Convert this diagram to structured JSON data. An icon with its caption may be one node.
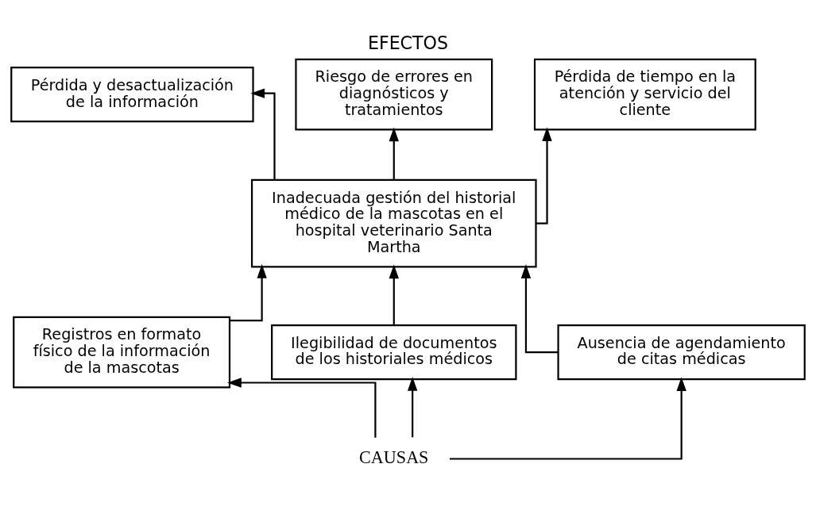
{
  "diagram": {
    "title": "EFECTOS",
    "nodes": [
      {
        "text": [
          "Pérdida y desactualización de la información"
        ]
      },
      {
        "text": [
          "Riesgo de errores en diagnósticos y tratamientos"
        ]
      },
      {
        "text": [
          "Pérdida de tiempo en la atención y servicio del cliente"
        ]
      },
      {
        "text": [
          "Inadecuada gestión del historial médico de la mascotas en el hospital veterinario Santa Martha"
        ]
      },
      {
        "text": [
          "Registros en formato físico de la información de la mascotas"
        ]
      },
      {
        "text": [
          "Ilegibilidad de documentos de los historiales médicos"
        ]
      },
      {
        "text": [
          "Ausencia de agendamiento de citas médicas"
        ]
      },
      {
        "text": [
          "CAUSAS"
        ]
      }
    ],
    "edges": [
      {
        "from": 3,
        "to": 0,
        "arrow": "to"
      },
      {
        "from": 3,
        "to": 1,
        "arrow": "to"
      },
      {
        "from": 3,
        "to": 2,
        "arrow": "to"
      },
      {
        "from": 4,
        "to": 3,
        "arrow": "to"
      },
      {
        "from": 5,
        "to": 3,
        "arrow": "to"
      },
      {
        "from": 6,
        "to": 3,
        "arrow": "to"
      },
      {
        "from": 7,
        "to": 4,
        "arrow": "to"
      },
      {
        "from": 7,
        "to": 5,
        "arrow": "to"
      },
      {
        "from": 7,
        "to": 6,
        "arrow": "to"
      }
    ]
  }
}
